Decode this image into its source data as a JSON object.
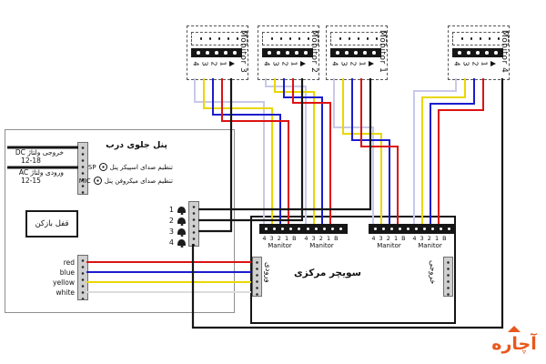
{
  "monitors": [
    {
      "label": "Monitor 3",
      "pins": [
        "4",
        "3",
        "2",
        "1"
      ]
    },
    {
      "label": "Monitor 2",
      "pins": [
        "4",
        "3",
        "2",
        "1"
      ]
    },
    {
      "label": "Monitor 1",
      "pins": [
        "4",
        "3",
        "2",
        "1"
      ]
    },
    {
      "label": "Monitor 4",
      "pins": [
        "4",
        "3",
        "2",
        "1"
      ]
    }
  ],
  "door_panel": {
    "title": "پنل جلوی درب",
    "dc_output_label": "خروجی ولتاژ DC",
    "dc_output_value": "12-18",
    "ac_input_label": "ورودی ولتاژ AC",
    "ac_input_value": "12-15",
    "speaker_adjust_label": "تنظیم صدای اسپیکر پنل",
    "speaker_abbr": "SP",
    "mic_adjust_label": "تنظیم صدای میکروفن پنل",
    "mic_abbr": "MIC",
    "lock_label": "قفل بازکن",
    "bell_numbers": [
      "1",
      "2",
      "3",
      "4"
    ],
    "wire_color_labels": [
      "red",
      "blue",
      "yellow",
      "white"
    ]
  },
  "switcher": {
    "title": "سویچر مرکزی",
    "input_label": "ورودی",
    "output_label": "خروجی",
    "terminal_pins": "4 3 2 1 B",
    "terminal_label": "Manitor"
  },
  "logo_text": "آچاره",
  "wire_colors": {
    "red": "#dd1212",
    "blue": "#1c1ccc",
    "yellow": "#e9d702",
    "white": "#dcdcdc",
    "lavender": "#c9c9ea",
    "black": "#161616",
    "logo_orange": "#e8581d"
  }
}
